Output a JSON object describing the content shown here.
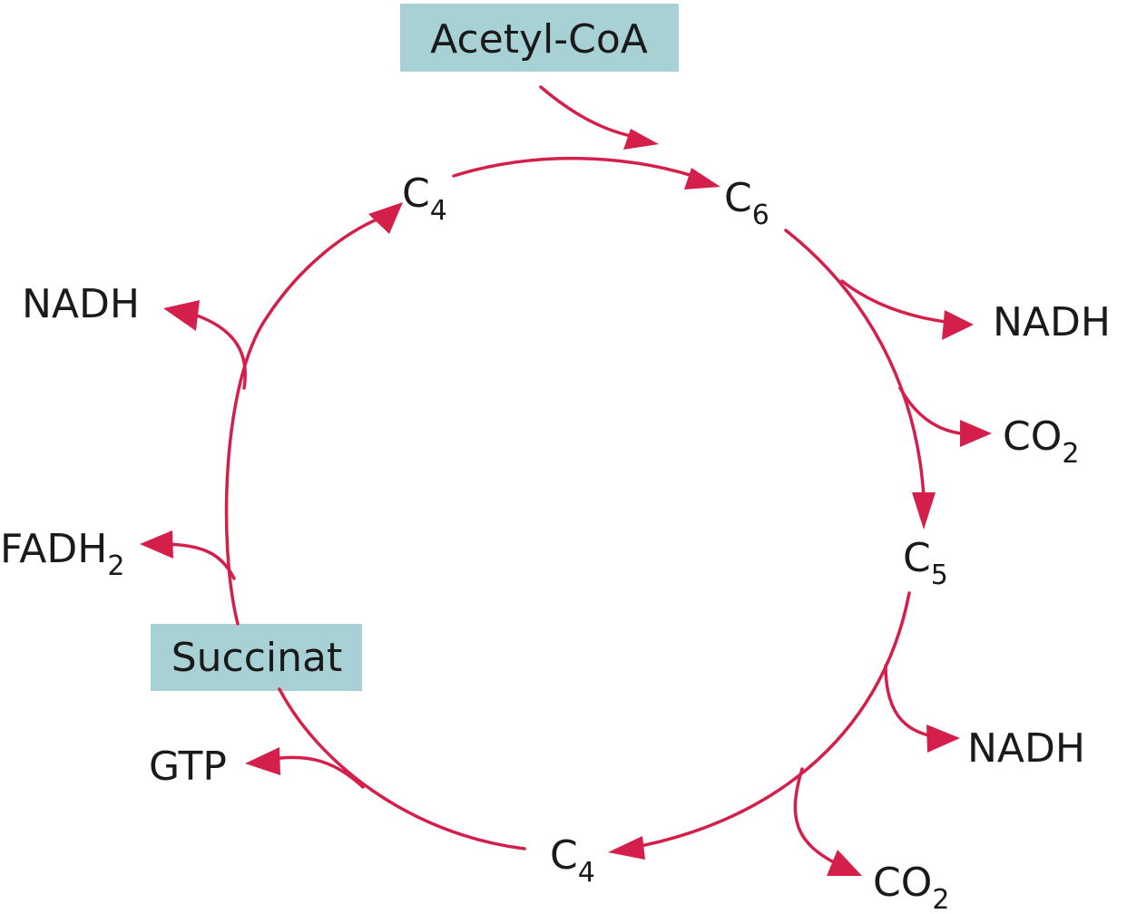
{
  "colors": {
    "arrow": "#d41f4b",
    "box_fill": "#a8d1d5",
    "text": "#1a1a1a"
  },
  "boxes": {
    "acetyl_coa": "Acetyl-CoA",
    "succinat": "Succinat"
  },
  "cycle": {
    "c6": {
      "base": "C",
      "sub": "6"
    },
    "c5": {
      "base": "C",
      "sub": "5"
    },
    "c4_bottom": {
      "base": "C",
      "sub": "4"
    },
    "c4_top": {
      "base": "C",
      "sub": "4"
    }
  },
  "products": {
    "nadh_1": "NADH",
    "co2_1": {
      "base": "CO",
      "sub": "2"
    },
    "nadh_2": "NADH",
    "co2_2": {
      "base": "CO",
      "sub": "2"
    },
    "gtp": "GTP",
    "fadh2": {
      "base": "FADH",
      "sub": "2"
    },
    "nadh_3": "NADH"
  }
}
